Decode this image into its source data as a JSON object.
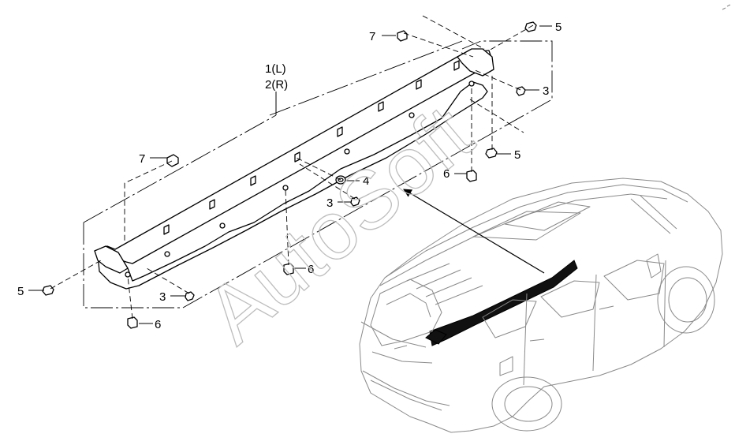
{
  "watermark": "AutoSoft",
  "callouts": {
    "p1": "1(L)",
    "p2": "2(R)",
    "c3_top": "3",
    "c3_mid": "3",
    "c3_bot": "3",
    "c4": "4",
    "c5_topright": "5",
    "c5_right": "5",
    "c5_left": "5",
    "c6_right": "6",
    "c6_mid": "6",
    "c6_bot": "6",
    "c7_top": "7",
    "c7_left": "7"
  }
}
